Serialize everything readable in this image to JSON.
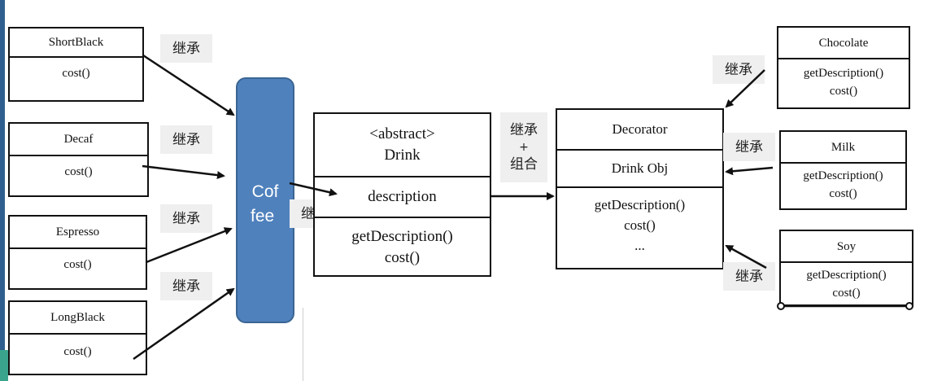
{
  "left_classes": [
    {
      "name": "ShortBlack",
      "method": "cost()"
    },
    {
      "name": "Decaf",
      "method": "cost()"
    },
    {
      "name": "Espresso",
      "method": "cost()"
    },
    {
      "name": "LongBlack",
      "method": "cost()"
    }
  ],
  "coffee": {
    "line1": "Cof",
    "line2": "fee"
  },
  "drink": {
    "stereotype": "<abstract>",
    "name": "Drink",
    "field": "description",
    "method1": "getDescription()",
    "method2": "cost()"
  },
  "decorator": {
    "name": "Decorator",
    "field": "Drink Obj",
    "method1": "getDescription()",
    "method2": "cost()",
    "method3": "..."
  },
  "right_classes": [
    {
      "name": "Chocolate",
      "method1": "getDescription()",
      "method2": "cost()"
    },
    {
      "name": "Milk",
      "method1": "getDescription()",
      "method2": "cost()"
    },
    {
      "name": "Soy",
      "method1": "getDescription()",
      "method2": "cost()"
    }
  ],
  "labels": {
    "inherit": "继承",
    "inherit_line1": "继承",
    "inherit_line2": "+",
    "inherit_line3": "组合"
  },
  "colors": {
    "coffee_fill": "#4f81bd",
    "label_bg": "#efefef"
  }
}
